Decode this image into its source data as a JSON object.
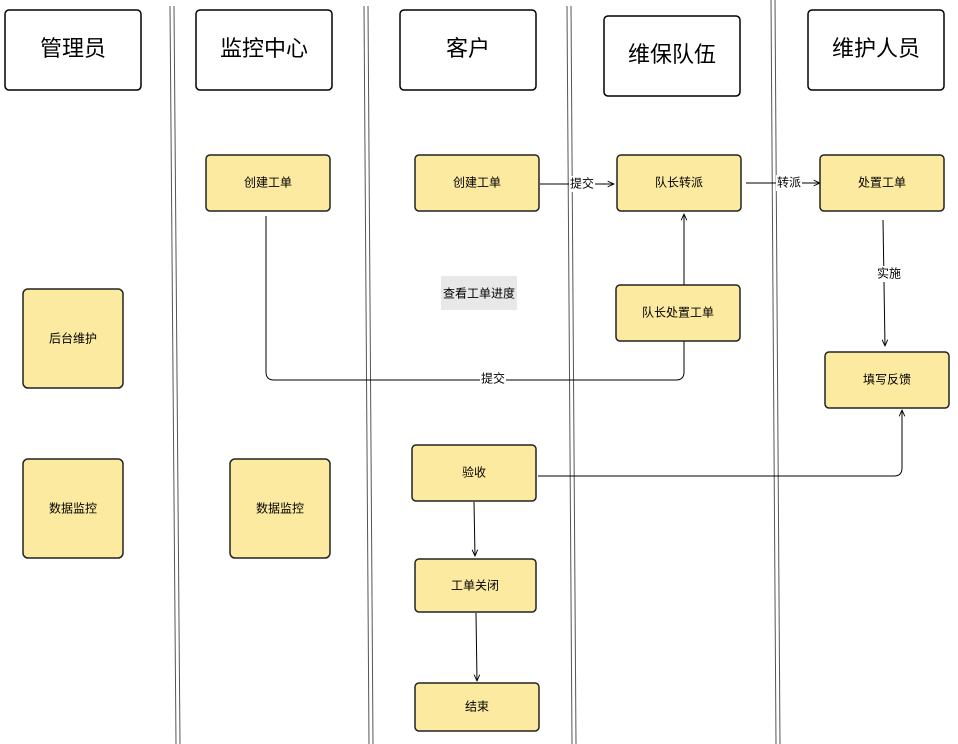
{
  "lanes": [
    {
      "id": "admin",
      "title": "管理员"
    },
    {
      "id": "monitor",
      "title": "监控中心"
    },
    {
      "id": "customer",
      "title": "客户"
    },
    {
      "id": "team",
      "title": "维保队伍"
    },
    {
      "id": "staff",
      "title": "维护人员"
    }
  ],
  "nodes": {
    "monitor_create": "创建工单",
    "customer_create": "创建工单",
    "leader_dispatch": "队长转派",
    "handle_ticket": "处置工单",
    "view_progress": "查看工单进度",
    "leader_handle": "队长处置工单",
    "backend_maintain": "后台维护",
    "fill_feedback": "填写反馈",
    "admin_monitor": "数据监控",
    "monitor_data": "数据监控",
    "acceptance": "验收",
    "close_ticket": "工单关闭",
    "end": "结束"
  },
  "edges": {
    "submit_1": "提交",
    "dispatch": "转派",
    "implement": "实施",
    "submit_2": "提交"
  },
  "colors": {
    "node_fill": "#fbeaa0",
    "node_stroke": "#222222",
    "note_fill": "#e8e8e8",
    "line": "#000000",
    "lane_divider": "#555555"
  }
}
